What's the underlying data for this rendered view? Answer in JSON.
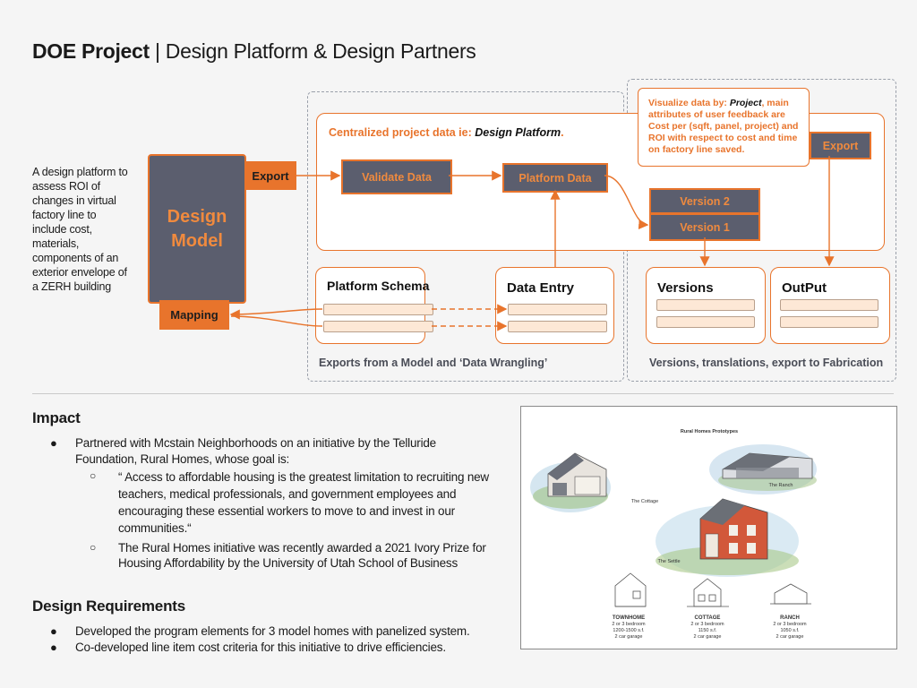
{
  "title": {
    "bold": "DOE Project",
    "rest": " | Design Platform & Design Partners"
  },
  "description": "A design platform to assess ROI of changes in virtual factory line to include cost, materials, components of an exterior envelope of a ZERH building",
  "diagram": {
    "design_model": "Design Model",
    "export_btn": "Export",
    "mapping_btn": "Mapping",
    "centralized_prefix": "Centralized project data ie: ",
    "centralized_emph": "Design Platform",
    "centralized_suffix": ".",
    "validate": "Validate Data",
    "platform_data": "Platform  Data",
    "version2": "Version 2",
    "version1": "Version 1",
    "export_right": "Export",
    "visualize_prefix": "Visualize data by: ",
    "visualize_emph": "Project",
    "visualize_rest": ", main attributes of user feedback are Cost per (sqft, panel, project) and ROI with respect to cost and time on factory line saved.",
    "platform_schema": "Platform Schema",
    "data_entry": "Data Entry",
    "versions": "Versions",
    "output": "OutPut",
    "caption_left": "Exports from a Model and ‘Data Wrangling’",
    "caption_right": "Versions, translations, export to Fabrication"
  },
  "impact": {
    "heading": "Impact",
    "bullet1": "Partnered with Mcstain Neighborhoods on an initiative by the Telluride Foundation, Rural Homes, whose goal is:",
    "sub1": "“ Access to affordable housing is the greatest limitation to recruiting new teachers, medical professionals, and government employees and encouraging these essential workers to move to and invest in our communities.“",
    "sub2": "The Rural Homes initiative was recently awarded a 2021 Ivory Prize for Housing Affordability by the University of Utah School of Business"
  },
  "requirements": {
    "heading": "Design Requirements",
    "bullet1": "Developed the program elements for 3 model homes with panelized system.",
    "bullet2": "Co-developed line item cost criteria for this initiative to drive efficiencies."
  },
  "rural": {
    "title": "Rural Homes Prototypes",
    "label_cottage": "The Cottage",
    "label_ranch": "The Ranch",
    "label_settle": "The Settle",
    "townhome": {
      "name": "TOWNHOME",
      "l1": "2 or 3 bedroom",
      "l2": "1200-1500 s.f.",
      "l3": "2 car garage"
    },
    "cottage": {
      "name": "COTTAGE",
      "l1": "2 or 3 bedroom",
      "l2": "1150 s.f.",
      "l3": "2 car garage"
    },
    "ranch": {
      "name": "RANCH",
      "l1": "2 or 3 bedroom",
      "l2": "1050 s.f.",
      "l3": "2 car garage"
    }
  },
  "colors": {
    "accent": "#e8742c",
    "node": "#5b5e6e",
    "field": "#fde8d6"
  }
}
